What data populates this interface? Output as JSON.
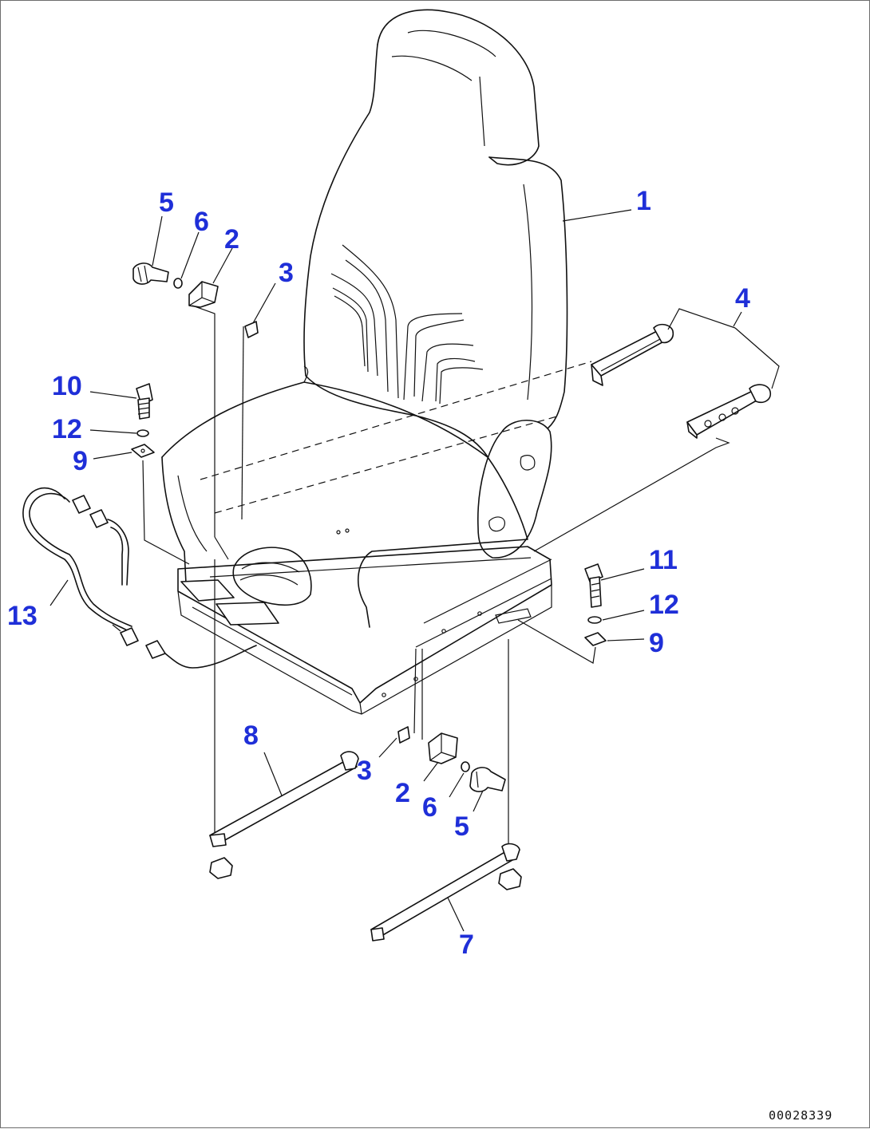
{
  "diagram": {
    "callouts": [
      "1",
      "2",
      "3",
      "4",
      "5",
      "6",
      "7",
      "8",
      "9",
      "10",
      "11",
      "12",
      "13"
    ],
    "drawing_code": "00028339"
  }
}
